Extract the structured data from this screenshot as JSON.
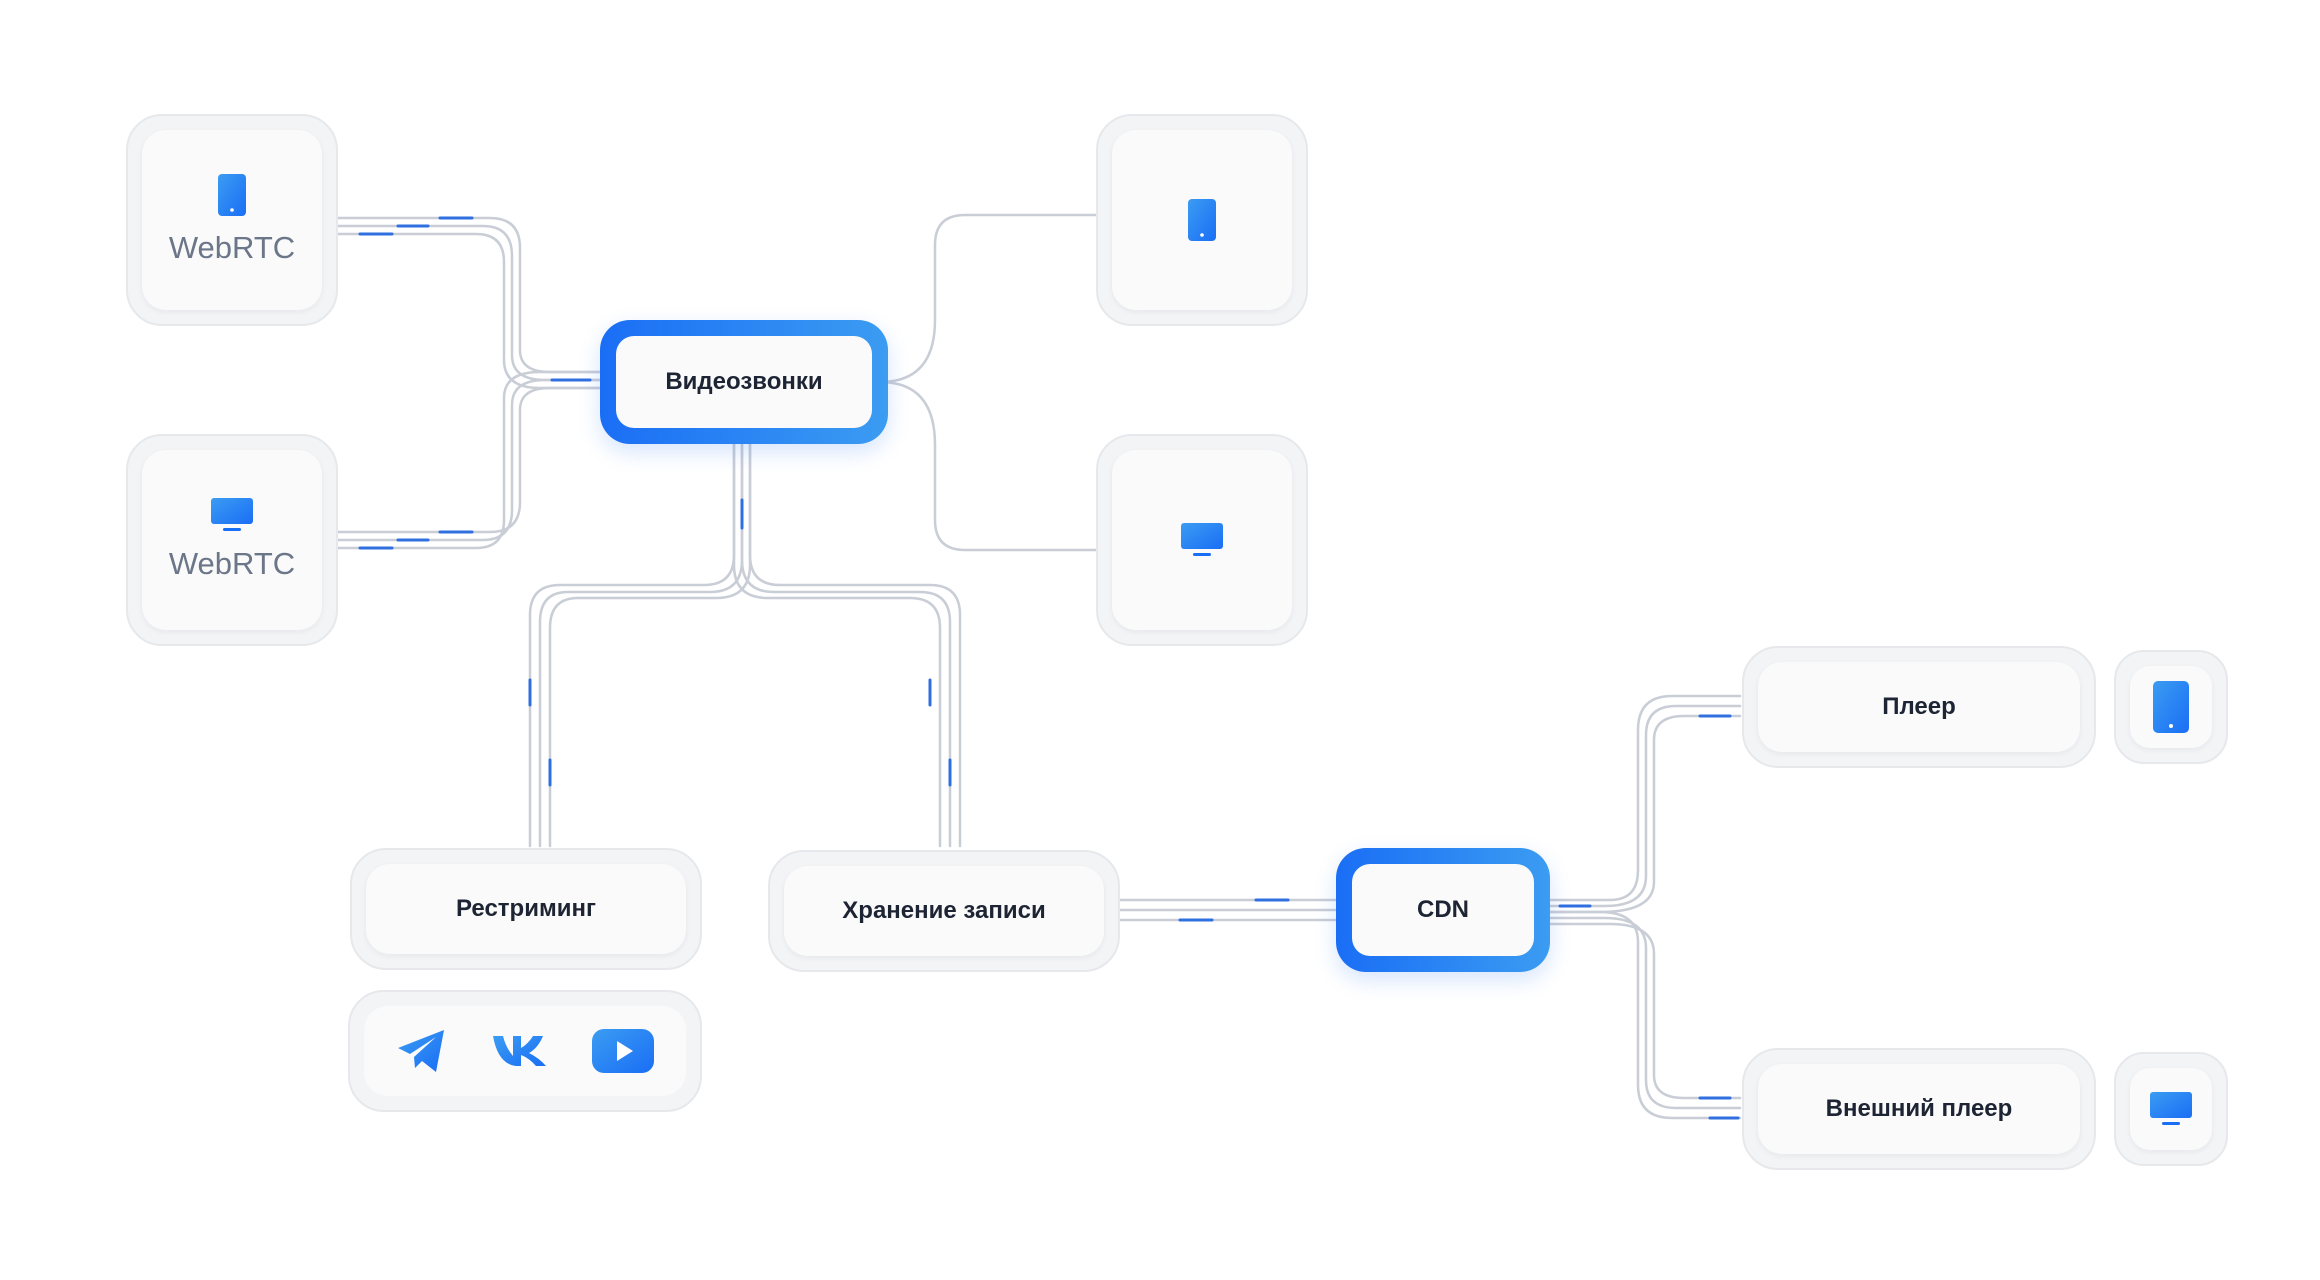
{
  "sources": {
    "phone_webrtc": {
      "label": "WebRTC",
      "icon": "phone-icon"
    },
    "desktop_webrtc": {
      "label": "WebRTC",
      "icon": "monitor-icon"
    }
  },
  "hubs": {
    "videocalls": {
      "label": "Видеозвонки"
    },
    "cdn": {
      "label": "CDN"
    }
  },
  "outputs": {
    "phone_client": {
      "icon": "phone-icon"
    },
    "desktop_client": {
      "icon": "monitor-icon"
    },
    "restreaming": {
      "label": "Рестриминг"
    },
    "recording": {
      "label": "Хранение записи"
    },
    "player": {
      "label": "Плеер",
      "device_icon": "phone-icon"
    },
    "external_player": {
      "label": "Внешний плеер",
      "device_icon": "monitor-icon"
    }
  },
  "social_platforms": [
    {
      "name": "telegram",
      "icon": "telegram-icon"
    },
    {
      "name": "vk",
      "icon": "vk-icon"
    },
    {
      "name": "youtube",
      "icon": "youtube-icon"
    }
  ],
  "colors": {
    "accent_start": "#1a6ef5",
    "accent_end": "#3b9cf2",
    "wire": "#c9cdd6",
    "wire_highlight": "#2f6fe0",
    "card_border": "#e6e8ec",
    "card_fill": "#f3f4f6"
  }
}
